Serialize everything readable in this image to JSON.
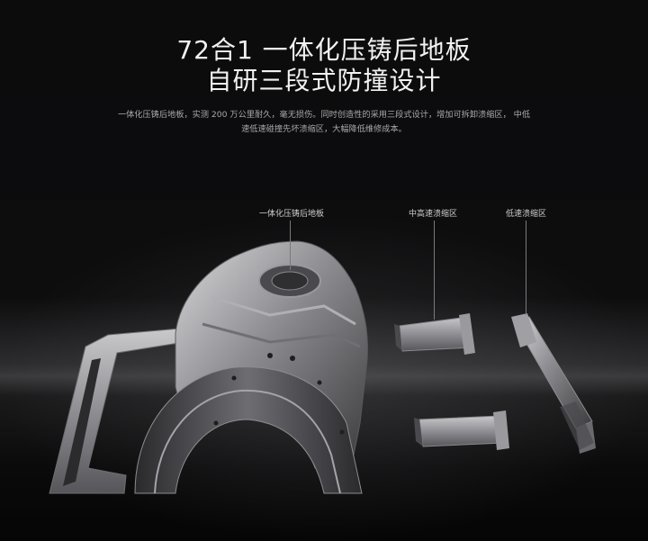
{
  "headline": {
    "line1": "72合1 一体化压铸后地板",
    "line2": "自研三段式防撞设计"
  },
  "description": {
    "line1": "一体化压铸后地板，实测 200 万公里耐久，毫无损伤。同时创造性的采用三段式设计，增加可拆卸溃缩区， 中低",
    "line2": "速低速碰撞先坏溃缩区，大幅降低维修成本。"
  },
  "callouts": {
    "floor": "一体化压铸后地板",
    "mid_high_speed_zone": "中高速溃缩区",
    "low_speed_zone": "低速溃缩区"
  },
  "colors": {
    "background": "#0b0b0c",
    "metal_light": "#bdbdc0",
    "metal_dark": "#3a3a3d"
  }
}
